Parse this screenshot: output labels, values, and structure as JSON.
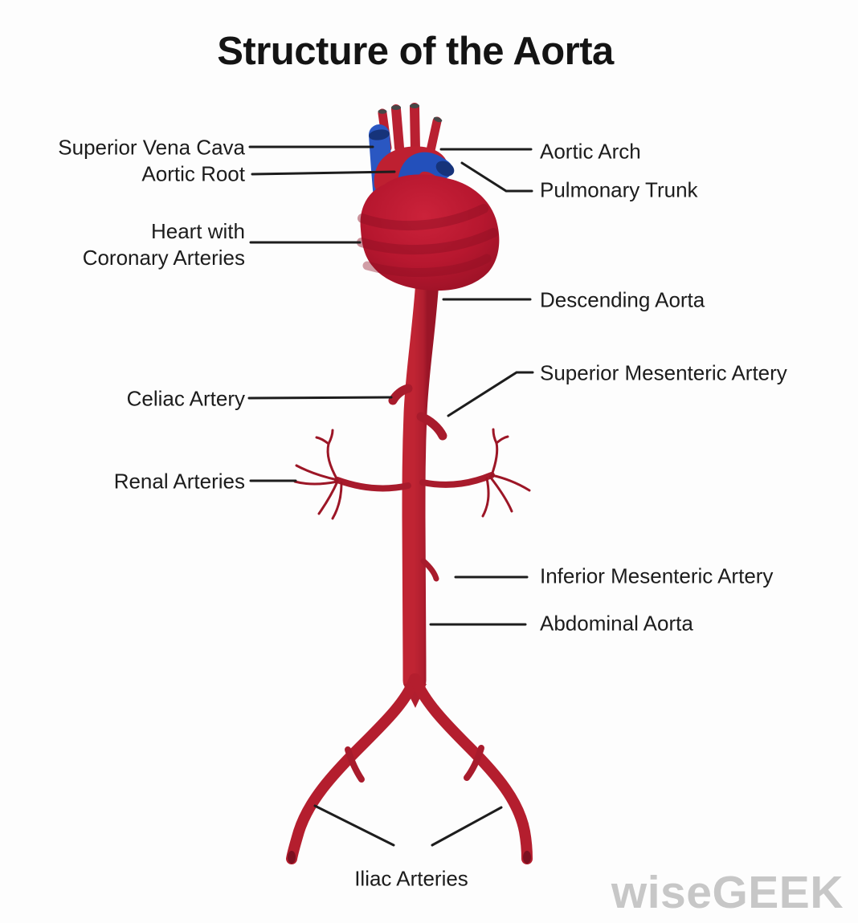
{
  "title": "Structure of the Aorta",
  "watermark": "wiseGEEK",
  "labels": {
    "superior_vena_cava": "Superior Vena Cava",
    "aortic_root": "Aortic Root",
    "heart_line1": "Heart with",
    "heart_line2": "Coronary Arteries",
    "celiac_artery": "Celiac Artery",
    "renal_arteries": "Renal Arteries",
    "aortic_arch": "Aortic Arch",
    "pulmonary_trunk": "Pulmonary Trunk",
    "descending_aorta": "Descending Aorta",
    "superior_mesenteric_artery": "Superior Mesenteric Artery",
    "inferior_mesenteric_artery": "Inferior Mesenteric Artery",
    "abdominal_aorta": "Abdominal Aorta",
    "iliac_arteries": "Iliac Arteries"
  },
  "colors": {
    "artery_red": "#b01e2f",
    "branch_red": "#a81b2c",
    "heart_red": "#b7172f",
    "vein_blue": "#2a57c2",
    "vein_dark_blue": "#16337a",
    "leader_line": "#1d1d1d",
    "text": "#1c1c1c",
    "watermark_gray": "#c7c7c7",
    "background": "#fdfdfd"
  }
}
